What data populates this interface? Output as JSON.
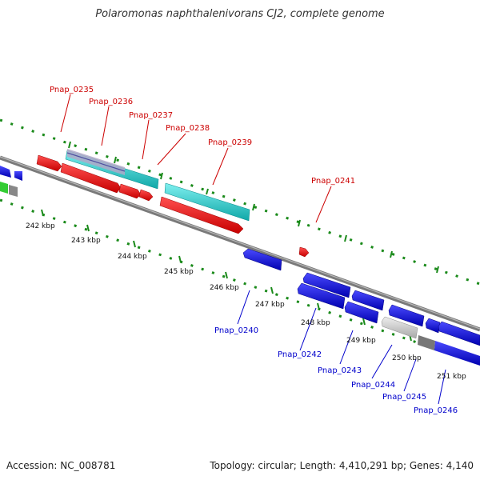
{
  "header": {
    "title": "Polaromonas naphthalenivorans CJ2, complete genome"
  },
  "footer": {
    "accession": "Accession: NC_008781",
    "summary": "Topology: circular; Length: 4,410,291 bp; Genes: 4,140"
  },
  "map": {
    "scale_labels": [
      "242 kbp",
      "243 kbp",
      "244 kbp",
      "245 kbp",
      "246 kbp",
      "247 kbp",
      "248 kbp",
      "249 kbp",
      "250 kbp",
      "251 kbp"
    ],
    "forward_genes": [
      "Pnap_0235",
      "Pnap_0236",
      "Pnap_0237",
      "Pnap_0238",
      "Pnap_0239",
      "Pnap_0241"
    ],
    "reverse_genes": [
      "Pnap_0240",
      "Pnap_0242",
      "Pnap_0243",
      "Pnap_0244",
      "Pnap_0245",
      "Pnap_0246"
    ],
    "colors": {
      "forward_cds": "#e00000",
      "reverse_cds": "#0000dd",
      "rna": "#20c8c8",
      "backbone": "#808080",
      "ticks": "#1a8a1a",
      "gray_feature": "#c8c8c8",
      "green_feature": "#33cc33"
    }
  }
}
